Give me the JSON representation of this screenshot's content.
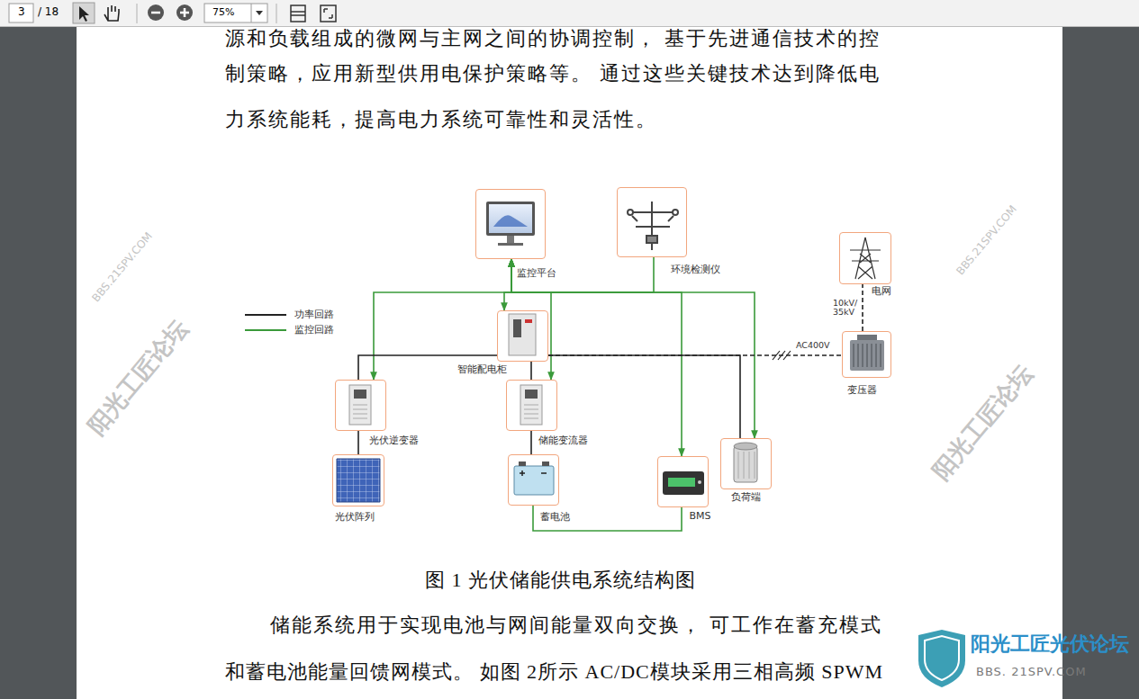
{
  "diagram": {
    "caption": "图 1 光伏储能供电系统结构图",
    "nodes": [
      {
        "text": [
          "监控平台"
        ]
      },
      {
        "text": [
          "环境检测仪"
        ]
      },
      {
        "text": [
          "电网"
        ]
      },
      {
        "text": [
          "智能配电柜"
        ]
      },
      {
        "text": [
          "变压器"
        ]
      },
      {
        "text": [
          "光伏逆变器"
        ]
      },
      {
        "text": [
          "储能变流器"
        ]
      },
      {
        "text": [
          "负荷端"
        ]
      },
      {
        "text": [
          "光伏阵列"
        ]
      },
      {
        "text": [
          "蓄电池"
        ]
      },
      {
        "text": [
          "BMS"
        ]
      }
    ],
    "edges": [
      {
        "from": 1,
        "to": 0,
        "arrow": "to"
      },
      {
        "from": 0,
        "to": 5,
        "arrow": "both"
      },
      {
        "from": 0,
        "to": 3,
        "arrow": "both"
      },
      {
        "from": 0,
        "to": 6,
        "arrow": "both"
      },
      {
        "from": 0,
        "to": 10,
        "arrow": "both"
      },
      {
        "from": 0,
        "to": 7,
        "arrow": "both"
      },
      {
        "from": 5,
        "to": 3,
        "arrow": "none"
      },
      {
        "from": 6,
        "to": 3,
        "arrow": "none"
      },
      {
        "from": 3,
        "to": 7,
        "arrow": "none"
      },
      {
        "from": 3,
        "to": 4,
        "arrow": "none",
        "label": "AC400V"
      },
      {
        "from": 4,
        "to": 2,
        "arrow": "none",
        "label": "10kV/ 35kV"
      },
      {
        "from": 8,
        "to": 5,
        "arrow": "none"
      },
      {
        "from": 6,
        "to": 9,
        "arrow": "none"
      },
      {
        "from": 9,
        "to": 10,
        "arrow": "none"
      }
    ],
    "labels": [
      "3",
      "/ 18",
      "75%",
      "源和负载组成的微网与主网之间的协调控制， 基于先进通信技术的控",
      "制策略，应用新型供用电保护策略等。 通过这些关键技术达到降低电",
      "力系统能耗，提高电力系统可靠性和灵活性。",
      "储能系统用于实现电池与网间能量双向交换， 可工作在蓄充模式",
      "和蓄电池能量回馈网模式。 如图 2所示 AC/DC模块采用三相高频 SPWM",
      "阳光工匠论坛",
      "BBS.21SPV.COM",
      "阳光工匠论坛",
      "BBS.21SPV.COM",
      "阳光工匠光伏论坛",
      "BBS. 21SPV.COM"
    ],
    "legend": [
      {
        "text": "功率回路"
      },
      {
        "text": "监控回路"
      }
    ]
  }
}
